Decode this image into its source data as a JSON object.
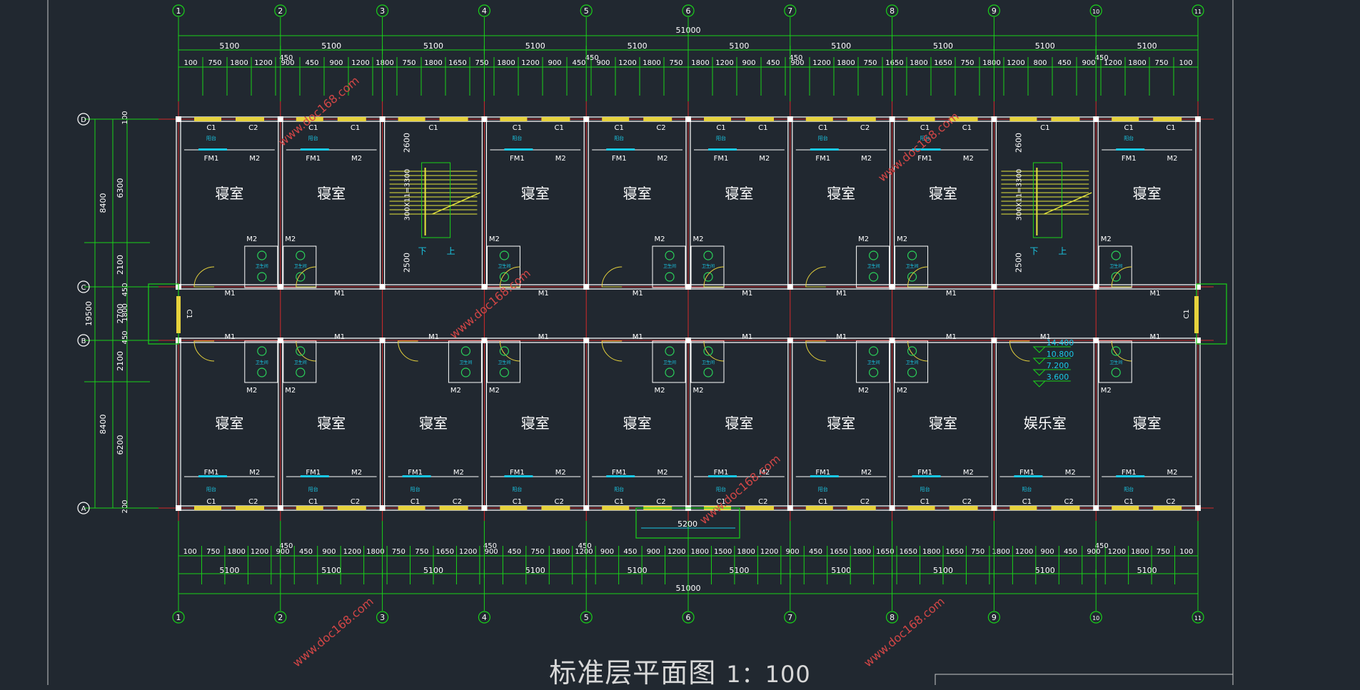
{
  "drawing": {
    "title": "标准层平面图",
    "scale": "1：100",
    "colors": {
      "background": "#212830",
      "dimension": "#19d219",
      "axis": "#d42a2a",
      "wall": "#ffffff",
      "window": "#e6d23c",
      "door": "#e6d23c",
      "text": "#ffffff",
      "label": "#19c8e6",
      "stair": "#e6e63c",
      "watermark": "#d24646"
    }
  },
  "axes": {
    "columns": [
      "1",
      "2",
      "3",
      "4",
      "5",
      "6",
      "7",
      "8",
      "9",
      "10",
      "11"
    ],
    "rows": [
      "D",
      "C",
      "B",
      "A"
    ]
  },
  "dimensions": {
    "overall": "51000",
    "bays_top": [
      "5100",
      "5100",
      "5100",
      "5100",
      "5100",
      "5100",
      "5100",
      "5100",
      "5100",
      "5100"
    ],
    "bays_bottom": [
      "5100",
      "5100",
      "5100",
      "5100",
      "5100",
      "5100",
      "5100",
      "5100",
      "5100",
      "5100"
    ],
    "detail_top": [
      "100",
      "750",
      "1800",
      "1200",
      "900",
      "450",
      "900",
      "1200",
      "1800",
      "750",
      "1800",
      "1650",
      "750",
      "1800",
      "1200",
      "900",
      "450",
      "900",
      "1200",
      "1800",
      "750",
      "1800",
      "1200",
      "900",
      "450",
      "900",
      "1200",
      "1800",
      "750",
      "1650",
      "1800",
      "1650",
      "750",
      "1800",
      "1200",
      "800",
      "450",
      "900",
      "1200",
      "1800",
      "750",
      "100"
    ],
    "detail_bottom": [
      "100",
      "750",
      "1800",
      "1200",
      "900",
      "450",
      "900",
      "1200",
      "1800",
      "750",
      "750",
      "1650",
      "1200",
      "900",
      "450",
      "750",
      "1800",
      "1200",
      "900",
      "450",
      "900",
      "1200",
      "1800",
      "1500",
      "1800",
      "1200",
      "900",
      "450",
      "1650",
      "1800",
      "1650",
      "1650",
      "1800",
      "1650",
      "750",
      "1800",
      "1200",
      "900",
      "450",
      "900",
      "1200",
      "1800",
      "750",
      "100"
    ],
    "marks_450": [
      "450",
      "450",
      "450",
      "450",
      "450",
      "450",
      "450"
    ],
    "left_outer": [
      "8400",
      "19500",
      "8400"
    ],
    "left_mid": [
      "6300",
      "2100",
      "2700",
      "2100",
      "6200"
    ],
    "left_inner": [
      "100",
      "450",
      "1800",
      "450",
      "200"
    ],
    "stair_vert": [
      "2600",
      "2500"
    ],
    "stair_run": "300X11=3300",
    "entrance": "5200"
  },
  "rooms": {
    "bedroom": "寝室",
    "recreation": "娱乐室"
  },
  "labels": {
    "window_c1": "C1",
    "window_c2": "C2",
    "door_m1": "M1",
    "door_m2": "M2",
    "door_fm1": "FM1",
    "down": "下",
    "up": "上",
    "balcony": "阳台",
    "bath": "卫生间",
    "small_balcony": "阳台"
  },
  "elevations": [
    "14.400",
    "10.800",
    "7.200",
    "3.600"
  ],
  "watermark": "www.doc168.com"
}
